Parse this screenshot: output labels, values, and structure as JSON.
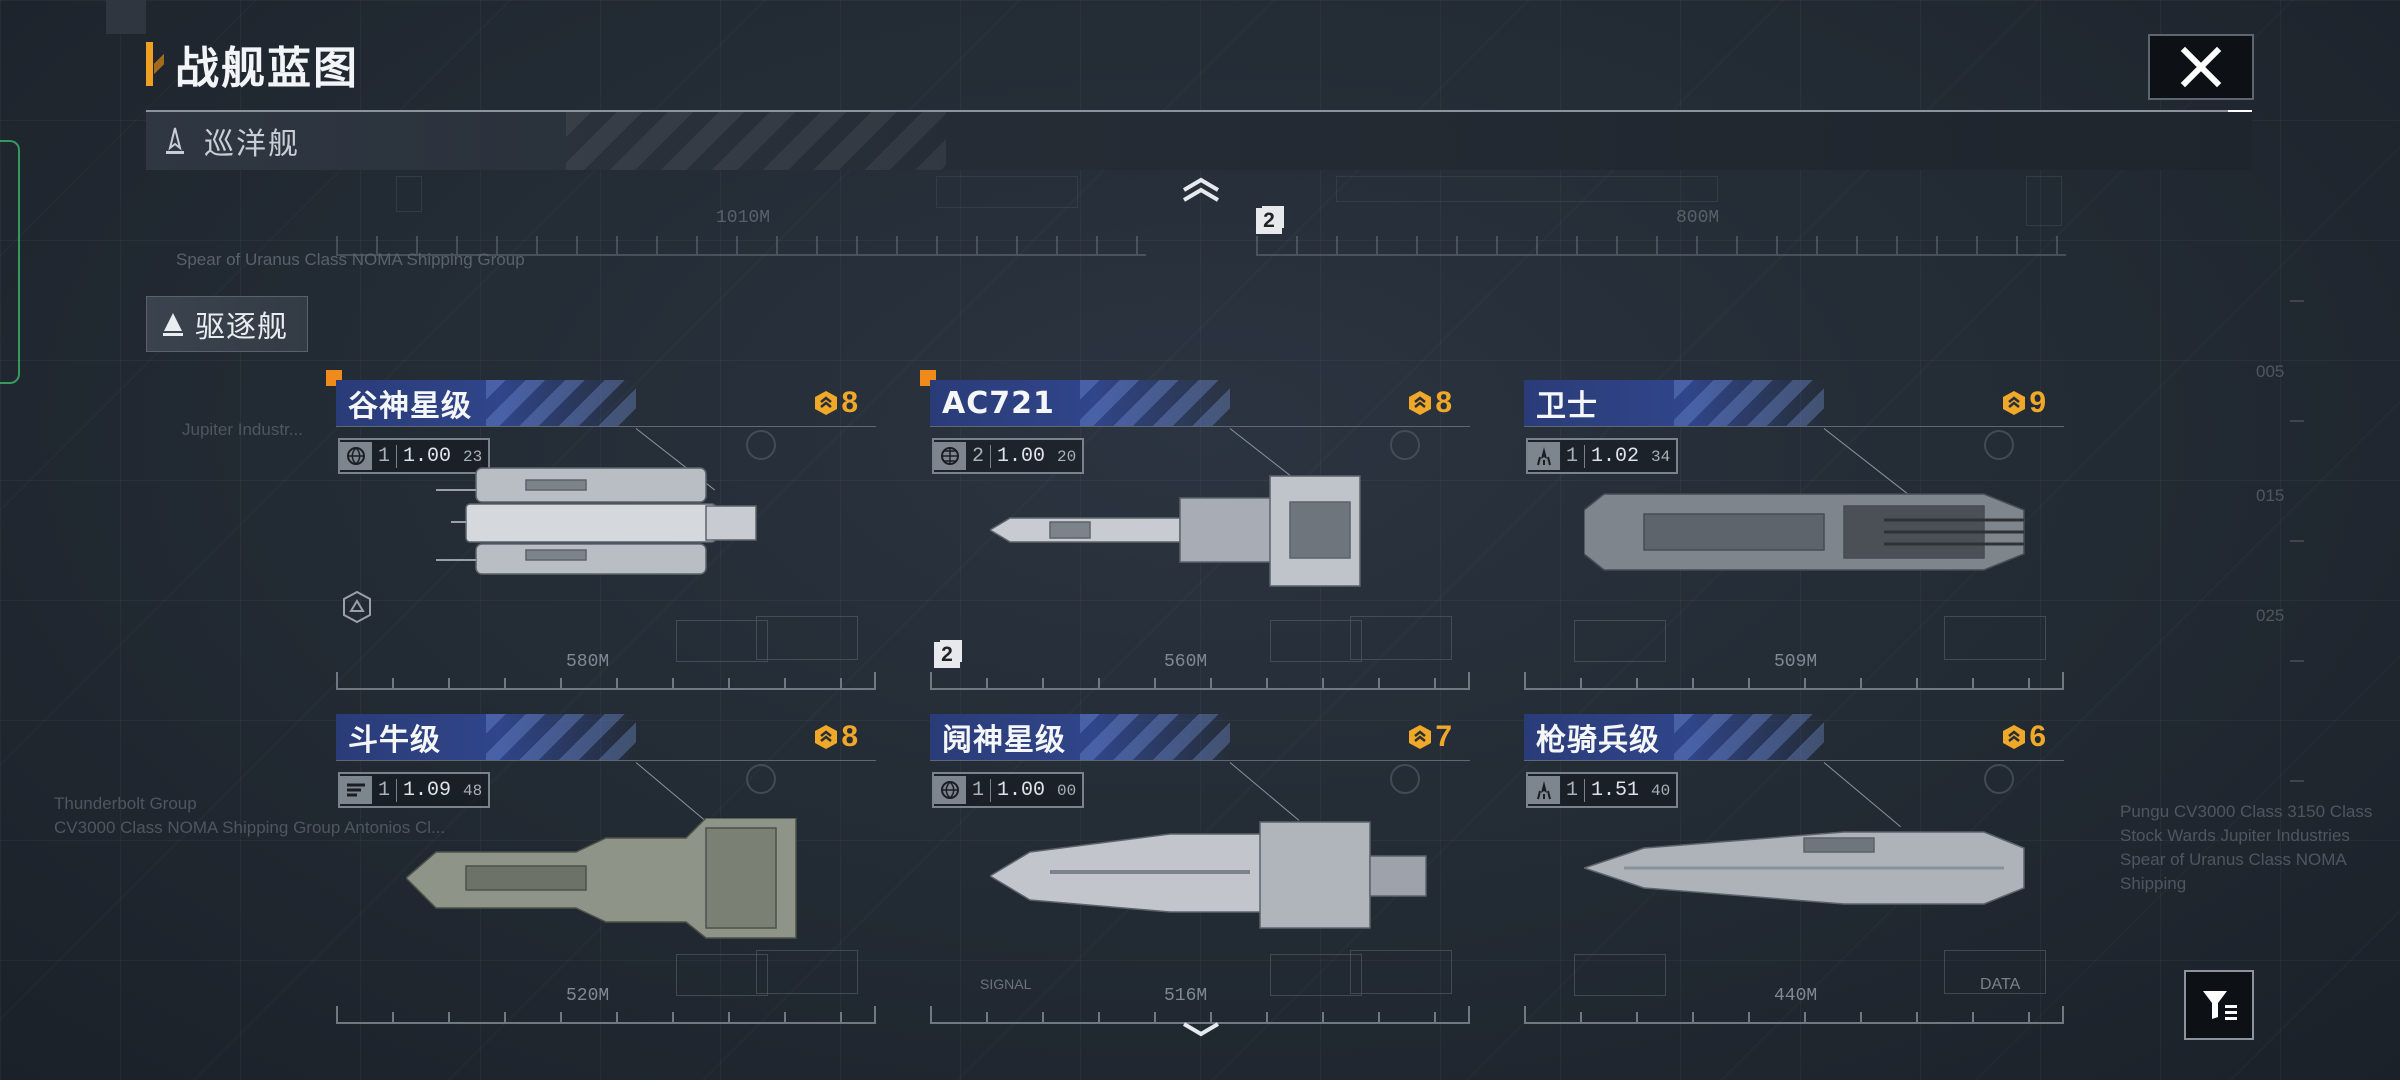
{
  "title": "战舰蓝图",
  "category_cruiser": "巡洋舰",
  "category_destroyer": "驱逐舰",
  "ghost": {
    "len_left": "1010M",
    "len_right": "800M",
    "badge": "2",
    "caption": "Spear of Uranus Class NOMA Shipping Group"
  },
  "side_ghost": {
    "left_top": "Jupiter Industr...",
    "left_mid1": "Thunderbolt Group",
    "left_mid2": "CV3000 Class NOMA Shipping Group Antonios Cl...",
    "right1": "Pungu CV3000 Class 3150 Class",
    "right2": "Stock Wards Jupiter Industries",
    "right3": "Spear of Uranus Class NOMA Shipping",
    "right_markers": [
      "005",
      "015",
      "025"
    ]
  },
  "ships": [
    {
      "name": "谷神星级",
      "rank": "8",
      "level": "1",
      "value_main": "1.00",
      "value_dec": "23",
      "length": "580M",
      "new": true,
      "icon": "globe-cog-icon"
    },
    {
      "name": "AC721",
      "rank": "8",
      "level": "2",
      "value_main": "1.00",
      "value_dec": "20",
      "length": "560M",
      "new": true,
      "icon": "globe-icon",
      "badge": "2"
    },
    {
      "name": "卫士",
      "rank": "9",
      "level": "1",
      "value_main": "1.02",
      "value_dec": "34",
      "length": "509M",
      "new": false,
      "icon": "rocket-icon"
    },
    {
      "name": "斗牛级",
      "rank": "8",
      "level": "1",
      "value_main": "1.09",
      "value_dec": "48",
      "length": "520M",
      "new": false,
      "icon": "stripes-icon"
    },
    {
      "name": "阋神星级",
      "rank": "7",
      "level": "1",
      "value_main": "1.00",
      "value_dec": "00",
      "length": "516M",
      "new": false,
      "icon": "globe-cog-icon",
      "signal_label": "SIGNAL"
    },
    {
      "name": "枪骑兵级",
      "rank": "6",
      "level": "1",
      "value_main": "1.51",
      "value_dec": "40",
      "length": "440M",
      "new": false,
      "icon": "rocket-icon",
      "data_label": "DATA"
    }
  ],
  "colors": {
    "accent_orange": "#f0a020",
    "rank_gold": "#f0a828",
    "header_blue": "#30458a",
    "new_marker": "#f08a1a"
  }
}
